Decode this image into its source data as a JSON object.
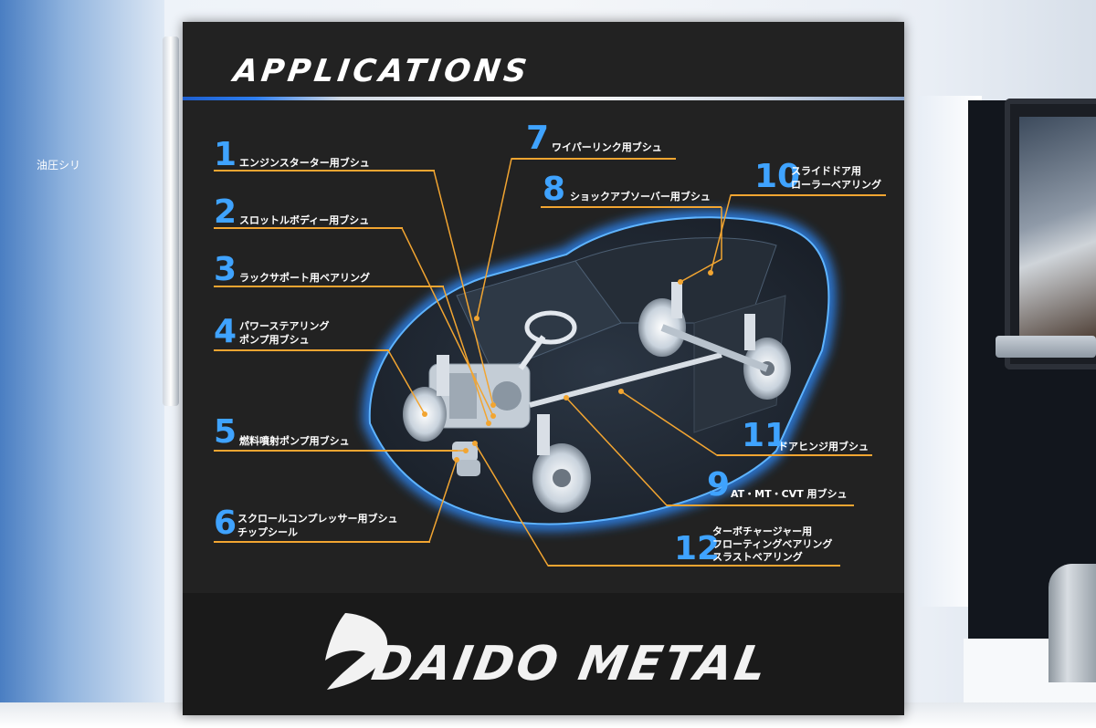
{
  "board": {
    "title": "APPLICATIONS",
    "brand": "DAIDO METAL",
    "accent_color": "#3fa3ff",
    "leader_color": "#f2a531"
  },
  "applications": [
    {
      "number": "1",
      "lines": [
        "エンジンスターター用ブシュ"
      ]
    },
    {
      "number": "2",
      "lines": [
        "スロットルボディー用ブシュ"
      ]
    },
    {
      "number": "3",
      "lines": [
        "ラックサポート用ベアリング"
      ]
    },
    {
      "number": "4",
      "lines": [
        "パワーステアリング",
        "ポンプ用ブシュ"
      ]
    },
    {
      "number": "5",
      "lines": [
        "燃料噴射ポンプ用ブシュ"
      ]
    },
    {
      "number": "6",
      "lines": [
        "スクロールコンプレッサー用ブシュ",
        "チップシール"
      ]
    },
    {
      "number": "7",
      "lines": [
        "ワイパーリンク用ブシュ"
      ]
    },
    {
      "number": "8",
      "lines": [
        "ショックアブソーバー用ブシュ"
      ]
    },
    {
      "number": "9",
      "lines": [
        "AT・MT・CVT 用ブシュ"
      ]
    },
    {
      "number": "10",
      "lines": [
        "スライドドア用",
        "ローラーベアリング"
      ]
    },
    {
      "number": "11",
      "lines": [
        "ドアヒンジ用ブシュ"
      ]
    },
    {
      "number": "12",
      "lines": [
        "ターボチャージャー用",
        "フローティングベアリング",
        "スラストベアリング"
      ]
    }
  ],
  "monitor": {
    "text": "油圧シリ"
  }
}
